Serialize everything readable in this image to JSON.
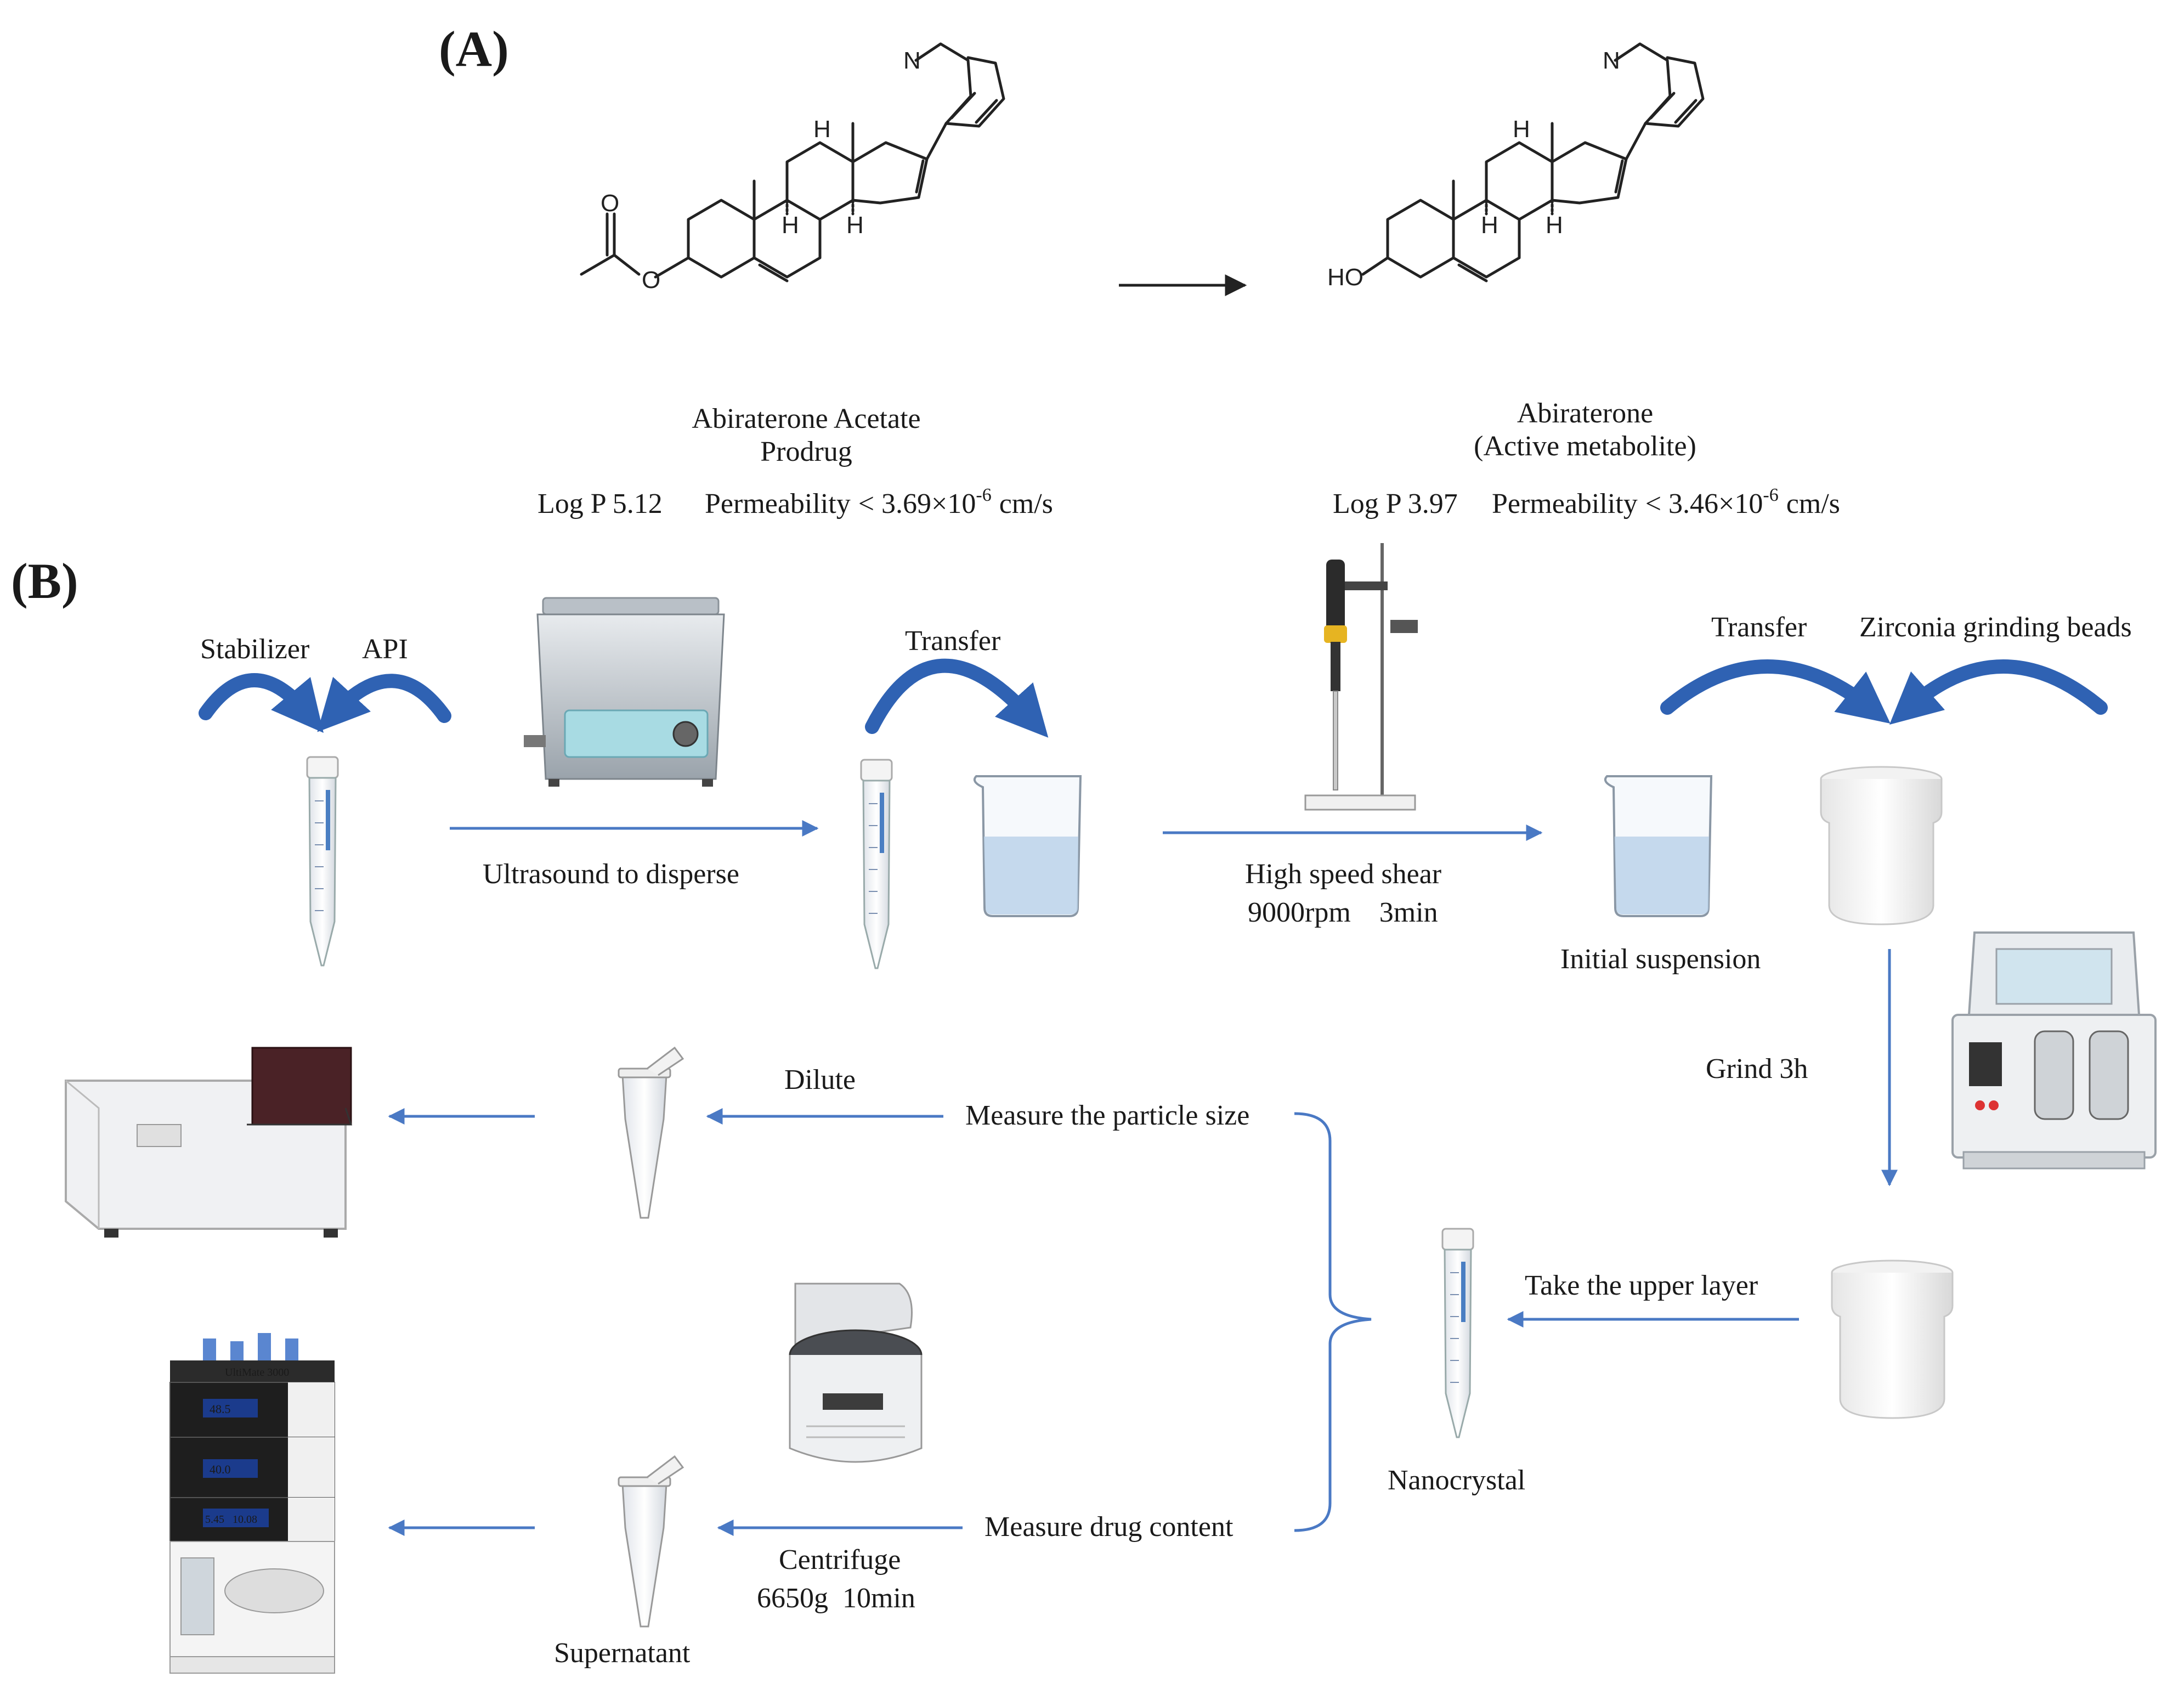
{
  "panel_a": {
    "label": "(A)",
    "prodrug": {
      "name": "Abiraterone Acetate",
      "role": "Prodrug",
      "logp": "Log P 5.12",
      "perm_label": "Permeability",
      "perm_value": "< 3.69×10",
      "perm_exp": "-6",
      "perm_unit": "cm/s"
    },
    "metabolite": {
      "name": "Abiraterone",
      "role": "(Active metabolite)",
      "logp": "Log P 3.97",
      "perm_label": "Permeability",
      "perm_value": "< 3.46×10",
      "perm_exp": "-6",
      "perm_unit": "cm/s"
    },
    "atoms": {
      "n": "N",
      "h": "H",
      "o": "O",
      "ho": "HO"
    }
  },
  "panel_b": {
    "label": "(B)",
    "steps": {
      "stabilizer": "Stabilizer",
      "api": "API",
      "ultrasound": "Ultrasound to disperse",
      "transfer_1": "Transfer",
      "shear": "High speed shear",
      "shear_params": "9000rpm    3min",
      "transfer_2": "Transfer",
      "beads": "Zirconia grinding beads",
      "initial_suspension": "Initial suspension",
      "grind": "Grind 3h",
      "upper_layer": "Take the upper layer",
      "nanocrystal": "Nanocrystal",
      "particle_size": "Measure the particle size",
      "dilute": "Dilute",
      "drug_content": "Measure drug content",
      "centrifuge": "Centrifuge",
      "centrifuge_params": "6650g  10min",
      "supernatant": "Supernatant"
    },
    "equipment_labels": {
      "hplc_brand": "UltiMate 3000",
      "hplc_disp_1": "48.5",
      "hplc_disp_2": "40.0",
      "hplc_disp_3": "5.45   10.08"
    }
  },
  "colors": {
    "arrow_blue": "#4a79c4",
    "curve_blue": "#2f62b3",
    "liquid": "#bcd3ea"
  }
}
